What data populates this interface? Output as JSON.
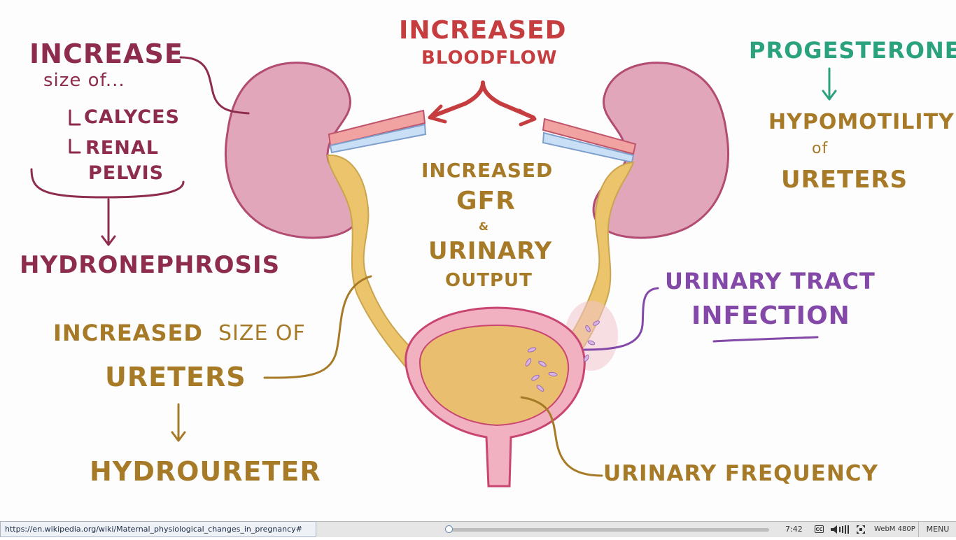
{
  "colors": {
    "maroon": "#8e2c4d",
    "gold": "#a67a26",
    "red": "#c63d3f",
    "teal": "#2aa27e",
    "purple": "#8348a8",
    "kidney_fill": "#e1a6b9",
    "ureter_fill": "#ecc46c",
    "bladder_outer": "#f1b1c1",
    "urine": "#e9bf6f"
  },
  "diagram": {
    "increase_size_of": {
      "heading": "Increase",
      "line2": "size of...",
      "item1": "Calyces",
      "item2": "Renal",
      "item3": "Pelvis"
    },
    "hydronephrosis": "Hydronephrosis",
    "increased_bloodflow": {
      "line1": "Increased",
      "line2": "Bloodflow"
    },
    "progesterone": "Progesterone",
    "hypomotility": {
      "line1": "Hypomotility",
      "line2": "of",
      "line3": "Ureters"
    },
    "gfr": {
      "line1": "Increased",
      "line2": "GFR",
      "line3": "&",
      "line4": "Urinary",
      "line5": "Output"
    },
    "ureters_size": {
      "line1a": "Increased",
      "line1b": "size of",
      "line2": "Ureters"
    },
    "hydroureter": "Hydroureter",
    "uti": {
      "line1": "Urinary Tract",
      "line2": "Infection"
    },
    "urinary_frequency": "Urinary Frequency"
  },
  "status_bar": {
    "url": "https://en.wikipedia.org/wiki/Maternal_physiological_changes_in_pregnancy#"
  },
  "player": {
    "progress": 0.005,
    "time": "7:42",
    "cc_label": "CC",
    "volume_icon": "speaker-icon",
    "fullscreen_icon": "fullscreen-icon",
    "quality": "WebM 480P",
    "menu": "MENU"
  }
}
